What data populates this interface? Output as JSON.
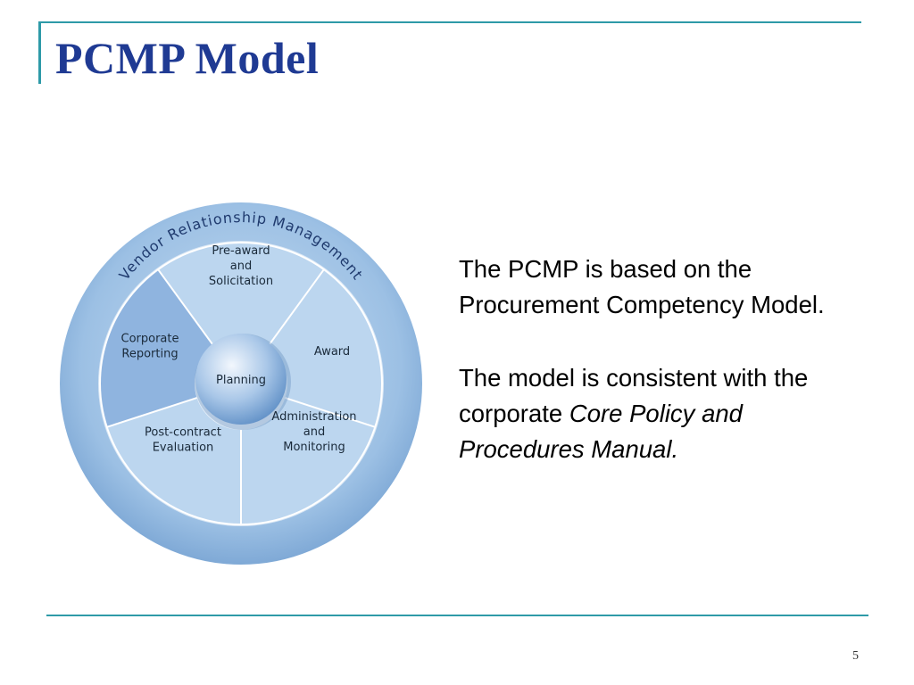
{
  "slide": {
    "title": "PCMP Model",
    "page_number": "5"
  },
  "diagram": {
    "outer_ring_label": "Vendor Relationship Management",
    "center_label": "Planning",
    "segments": [
      {
        "lines": [
          "Pre-award",
          "and",
          "Solicitation"
        ]
      },
      {
        "lines": [
          "Award"
        ]
      },
      {
        "lines": [
          "Administration",
          "and",
          "Monitoring"
        ]
      },
      {
        "lines": [
          "Post-contract",
          "Evaluation"
        ]
      },
      {
        "lines": [
          "Corporate",
          "Reporting"
        ]
      }
    ],
    "colors": {
      "outer_ring": "#9cc0e4",
      "segment_light": "#bcd6ef",
      "segment_dark": "#8fb4df",
      "divider": "#ffffff",
      "hub": "#7aa6d6",
      "text": "#1a2a3a"
    }
  },
  "body": {
    "para1": "The PCMP is based on the Procurement Competency Model.",
    "para2_prefix": "The model is consistent with the corporate ",
    "para2_italic": "Core Policy and Procedures Manual."
  },
  "theme": {
    "title_color": "#1f3a93",
    "rule_color": "#2e9aa8"
  }
}
